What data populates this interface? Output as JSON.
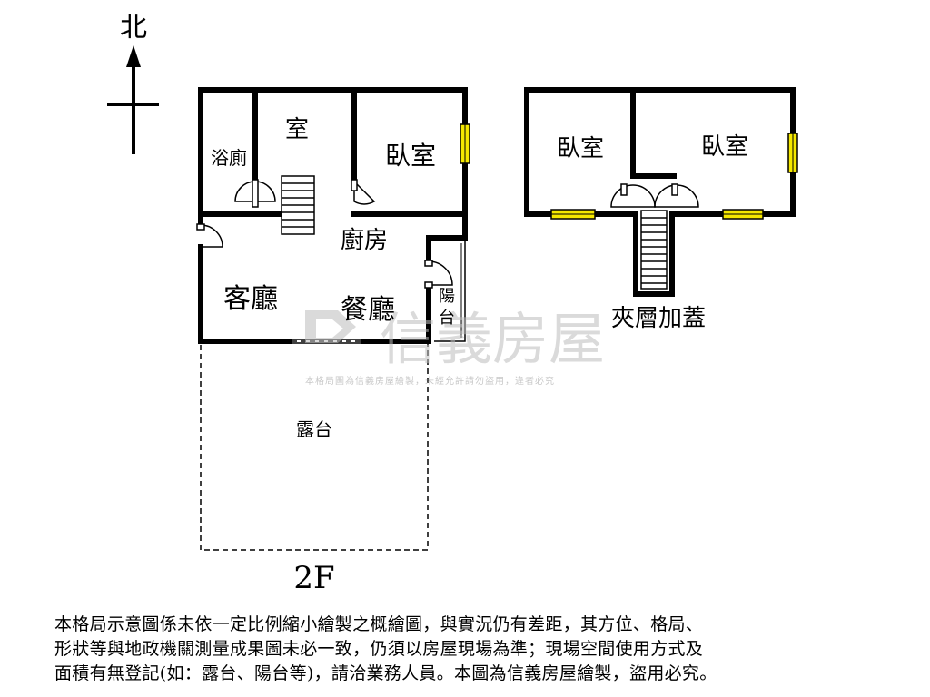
{
  "compass": {
    "north_label": "北"
  },
  "rooms": {
    "bath": "浴廁",
    "room_top": "室",
    "bedroom_main": "臥室",
    "kitchen": "廚房",
    "living": "客廳",
    "dining": "餐廳",
    "balcony": "陽台",
    "terrace": "露台",
    "mezz_bedroom_left": "臥室",
    "mezz_bedroom_right": "臥室"
  },
  "mezzanine_title": "夾層加蓋",
  "floor_label": "2F",
  "watermark": {
    "brand": "信義房屋",
    "notice": "本格局圖為信義房屋繪製，未經允許請勿盜用，違者必究"
  },
  "disclaimer_lines": [
    "本格局示意圖係未依一定比例縮小繪製之概繪圖，與實況仍有差距，其方位、格局、",
    "形狀等與地政機關測量成果圖未必一致，仍須以房屋現場為準；現場空間使用方式及",
    "面積有無登記(如：露台、陽台等)，請洽業務人員。本圖為信義房屋繪製，盜用必究。"
  ],
  "colors": {
    "wall": "#000000",
    "window": "#f5e800",
    "watermark": "#bdbdbd"
  }
}
